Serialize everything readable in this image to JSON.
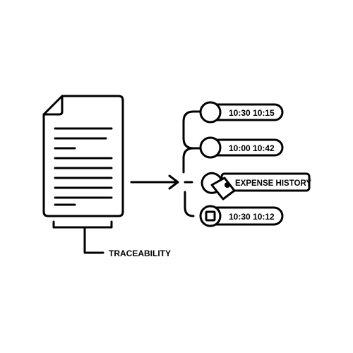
{
  "diagram": {
    "caption": "TRACEABILITY",
    "entries": [
      {
        "label": "10:30 10:15",
        "marker": "circle"
      },
      {
        "label": "10:00 10:42",
        "marker": "circle"
      },
      {
        "label": "EXPENSE HISTORY",
        "marker": "magnifier-tag"
      },
      {
        "label": "10:30 10:12",
        "marker": "circle-square"
      }
    ],
    "stroke_color": "#000000"
  },
  "watermark": {
    "side_id": "#182161757"
  }
}
